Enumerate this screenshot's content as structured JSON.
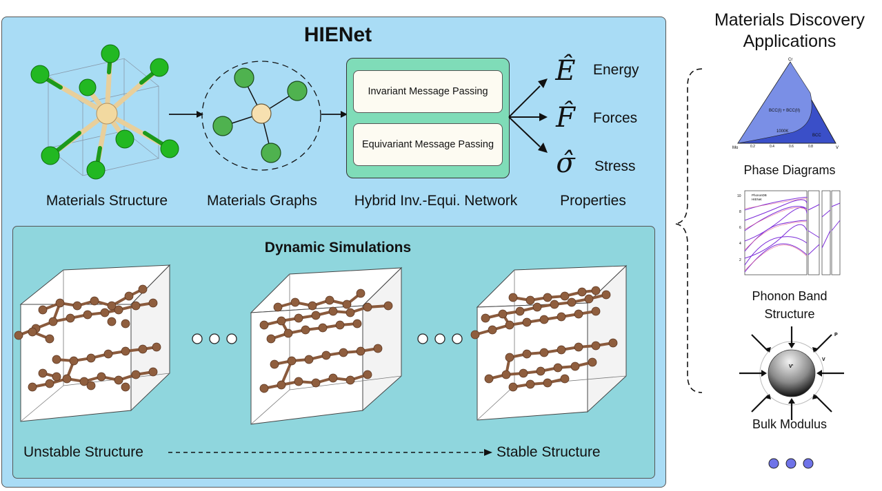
{
  "main": {
    "title": "HIENet",
    "stages": [
      {
        "label": "Materials Structure"
      },
      {
        "label": "Materials Graphs"
      },
      {
        "label": "Hybrid Inv.-Equi. Network"
      },
      {
        "label": "Properties"
      }
    ],
    "network": {
      "invariant_label": "Invariant Message Passing",
      "equivariant_label": "Equivariant Message Passing"
    },
    "properties": [
      {
        "symbol": "Ê",
        "label": "Energy"
      },
      {
        "symbol": "F̂",
        "label": "Forces"
      },
      {
        "symbol": "σ̂",
        "label": "Stress"
      }
    ]
  },
  "simulation": {
    "title": "Dynamic Simulations",
    "start_label": "Unstable Structure",
    "end_label": "Stable Structure"
  },
  "side": {
    "title_line1": "Materials Discovery",
    "title_line2": "Applications",
    "phase_diagram": {
      "label": "Phase Diagrams",
      "corner_top": "Cr",
      "corner_left": "Mo",
      "corner_right": "V",
      "region_upper": "BCC(I) + BCC(II)",
      "region_temp": "1000K",
      "region_lower": "BCC",
      "ticks": [
        "0.2",
        "0.4",
        "0.6",
        "0.8"
      ]
    },
    "phonon": {
      "label_line1": "Phonon Band",
      "label_line2": "Structure",
      "legend": [
        "PhononDB",
        "HIENet"
      ],
      "y_ticks": [
        "2",
        "4",
        "6",
        "8",
        "10"
      ]
    },
    "bulk": {
      "label": "Bulk Modulus",
      "sphere_label": "V'",
      "pressure_label": "P",
      "volume_label": "V"
    }
  },
  "colors": {
    "panel_blue": "#a9dcf5",
    "network_green": "#7fdcb8",
    "sim_teal": "#8fd6dd",
    "green_atom": "#1fae1f",
    "center_atom": "#f5dfa8",
    "carbon_atom": "#8a5a3c",
    "ellipsis_blue": "#6f73e8",
    "phase_blue": "#3a4fc8"
  }
}
